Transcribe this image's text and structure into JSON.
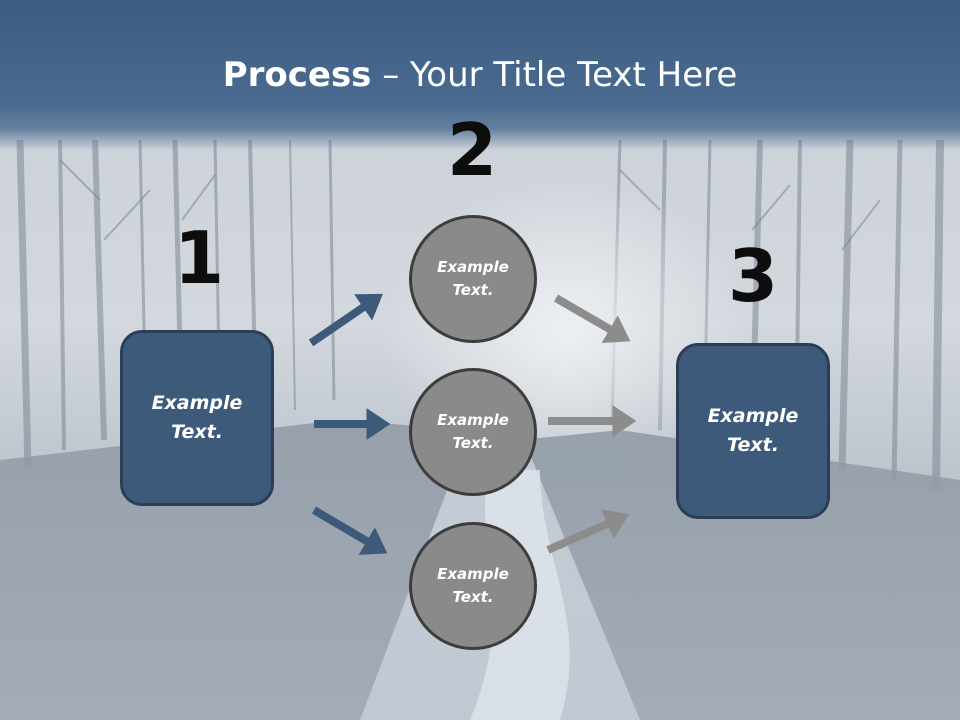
{
  "title": {
    "bold": "Process",
    "rest": " – Your Title Text Here"
  },
  "steps": [
    {
      "number": "1",
      "label": "Example\nText."
    },
    {
      "number": "2",
      "items": [
        "Example\nText.",
        "Example\nText.",
        "Example\nText."
      ]
    },
    {
      "number": "3",
      "label": "Example\nText."
    }
  ],
  "colors": {
    "title_bar": "#46648a",
    "box_fill": "#3d5a7b",
    "box_border": "#2b3e55",
    "circle_fill": "#8a8a8a",
    "circle_border": "#3d3d3d",
    "arrow_left": "#3d5a7b",
    "arrow_right": "#8c8c8c"
  },
  "background": {
    "description_icon": "forest-path-icon"
  }
}
